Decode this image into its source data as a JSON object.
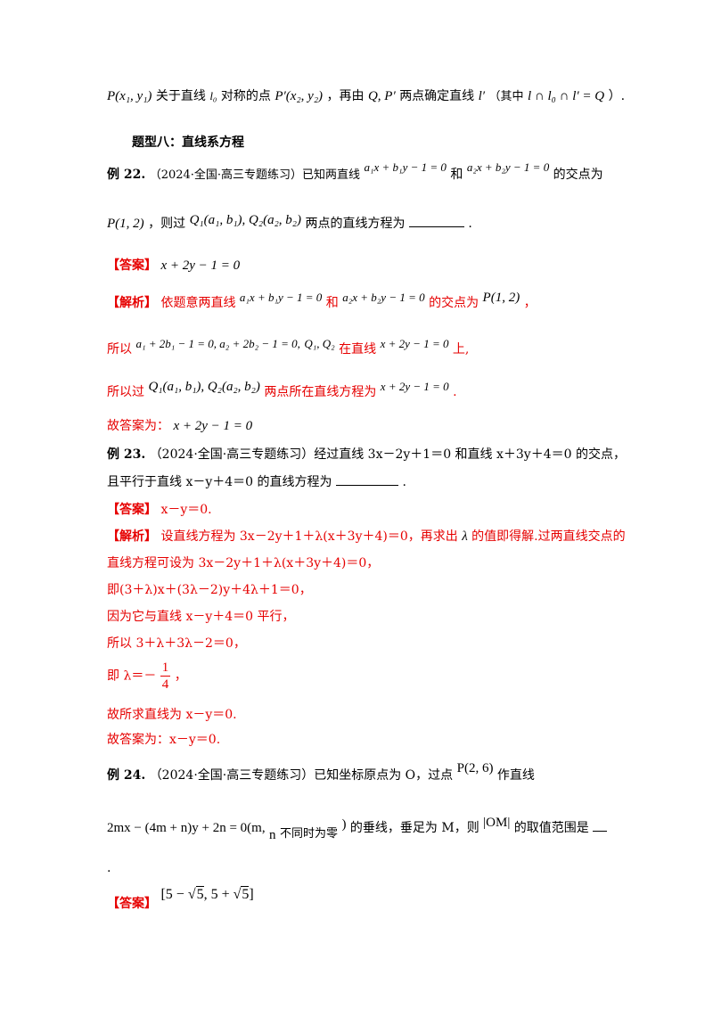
{
  "top": {
    "p_point": "P(x₁, y₁)",
    "t1": "关于直线",
    "l0": "l₀",
    "t2": "对称的点",
    "p_prime": "P′(x₂, y₂)",
    "t3": "，再由",
    "qp": "Q, P′",
    "t4": "两点确定直线",
    "l_prime": "l′",
    "t5": "（其中",
    "intersection": "l ∩ l₀ ∩ l′ = Q",
    "t6": "）."
  },
  "section": {
    "title": "题型八：直线系方程"
  },
  "ex22": {
    "label": "例 22.",
    "source": "（2024·全国·高三专题练习）已知两直线",
    "eq1": "a₁x + b₁y − 1 = 0",
    "and": "和",
    "eq2": "a₂x + b₂y − 1 = 0",
    "tail": "的交点为",
    "point": "P(1, 2)",
    "mid": "，则过",
    "q_points": "Q₁(a₁, b₁), Q₂(a₂, b₂)",
    "ask": "两点的直线方程为",
    "end": ".",
    "answer_tag": "【答案】",
    "answer": "x + 2y − 1 = 0",
    "analysis_tag": "【解析】",
    "a1_t1": "依题意两直线",
    "a1_eq1": "a₁x + b₁y − 1 = 0",
    "a1_and": "和",
    "a1_eq2": "a₂x + b₂y − 1 = 0",
    "a1_t2": "的交点为",
    "a1_point": "P(1, 2)",
    "a1_comma": "，",
    "a2_t1": "所以",
    "a2_eqs": "a₁ + 2b₁ − 1 = 0, a₂ + 2b₂ − 1 = 0,",
    "a2_q": "Q₁, Q₂",
    "a2_t2": "在直线",
    "a2_line": "x + 2y − 1 = 0",
    "a2_t3": "上,",
    "a3_t1": "所以过",
    "a3_q": "Q₁(a₁, b₁), Q₂(a₂, b₂)",
    "a3_t2": "两点所在直线方程为",
    "a3_eq": "x + 2y − 1 = 0",
    "a3_end": ".",
    "final_tag": "故答案为：",
    "final": "x + 2y − 1 = 0"
  },
  "ex23": {
    "label": "例 23.",
    "stem1": "（2024·全国·高三专题练习）经过直线 3x－2y＋1＝0 和直线 x＋3y＋4＝0 的交点，",
    "stem2": "且平行于直线 x－y＋4＝0 的直线方程为",
    "stem2_end": ".",
    "answer_tag": "【答案】",
    "answer": "x－y＝0.",
    "analysis_tag": "【解析】",
    "s1": "设直线方程为 3x－2y＋1＋λ(x＋3y＋4)＝0，再求出",
    "s1_lambda": "λ",
    "s1_tail": "的值即得解.过两直线交点的",
    "s2": "直线方程可设为 3x－2y＋1＋λ(x＋3y＋4)＝0，",
    "s3": "即(3＋λ)x＋(3λ－2)y＋4λ＋1＝0，",
    "s4": "因为它与直线 x－y＋4＝0 平行，",
    "s5": "所以 3＋λ＋3λ－2＝0，",
    "s6_pre": "即 λ＝－",
    "s6_num": "1",
    "s6_den": "4",
    "s6_post": "，",
    "s7": "故所求直线为 x－y＝0.",
    "s8": "故答案为：x－y＝0."
  },
  "ex24": {
    "label": "例 24.",
    "stem1": "（2024·全国·高三专题练习）已知坐标原点为 O，过点",
    "point": "P(2, 6)",
    "stem1_tail": "作直线",
    "line_eq": "2mx − (4m + n)y + 2n = 0(m,",
    "n_text": "n",
    "cond": "不同时为零",
    "close": ")",
    "stem2": "的垂线，垂足为 M，则",
    "om": "|OM|",
    "stem2_tail": "的取值范围是",
    "dot": ".",
    "answer_tag": "【答案】",
    "answer_pre": "[5 − ",
    "answer_mid": ", 5 + ",
    "answer_post": "]",
    "sqrt_sym": "√",
    "sqrt_val": "5"
  }
}
